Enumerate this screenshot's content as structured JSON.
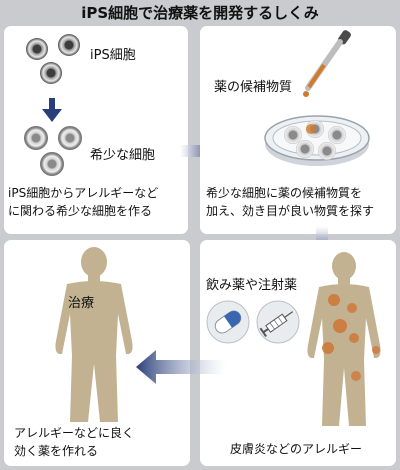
{
  "title": "iPS細胞で治療薬を開発するしくみ",
  "panel1": {
    "label_ips": "iPS細胞",
    "label_rare": "希少な細胞",
    "caption_line1": "iPS細胞からアレルギーなど",
    "caption_line2": "に関わる希少な細胞を作る"
  },
  "panel2": {
    "label_candidate": "薬の候補物質",
    "caption_line1": "希少な細胞に薬の候補物質を",
    "caption_line2": "加え、効き目が良い物質を探す"
  },
  "panel3": {
    "label_treatment": "治療",
    "caption_line1": "アレルギーなどに良く",
    "caption_line2": "効く薬を作れる"
  },
  "panel4": {
    "label_drugs": "飲み薬や注射薬",
    "caption": "皮膚炎などのアレルギー"
  },
  "colors": {
    "background": "#c9cbcf",
    "panel": "#ffffff",
    "arrow": "#2a3f7a",
    "body": "#c2b291",
    "inflammation": "#d0702f",
    "capsule": "#3a66b0"
  }
}
